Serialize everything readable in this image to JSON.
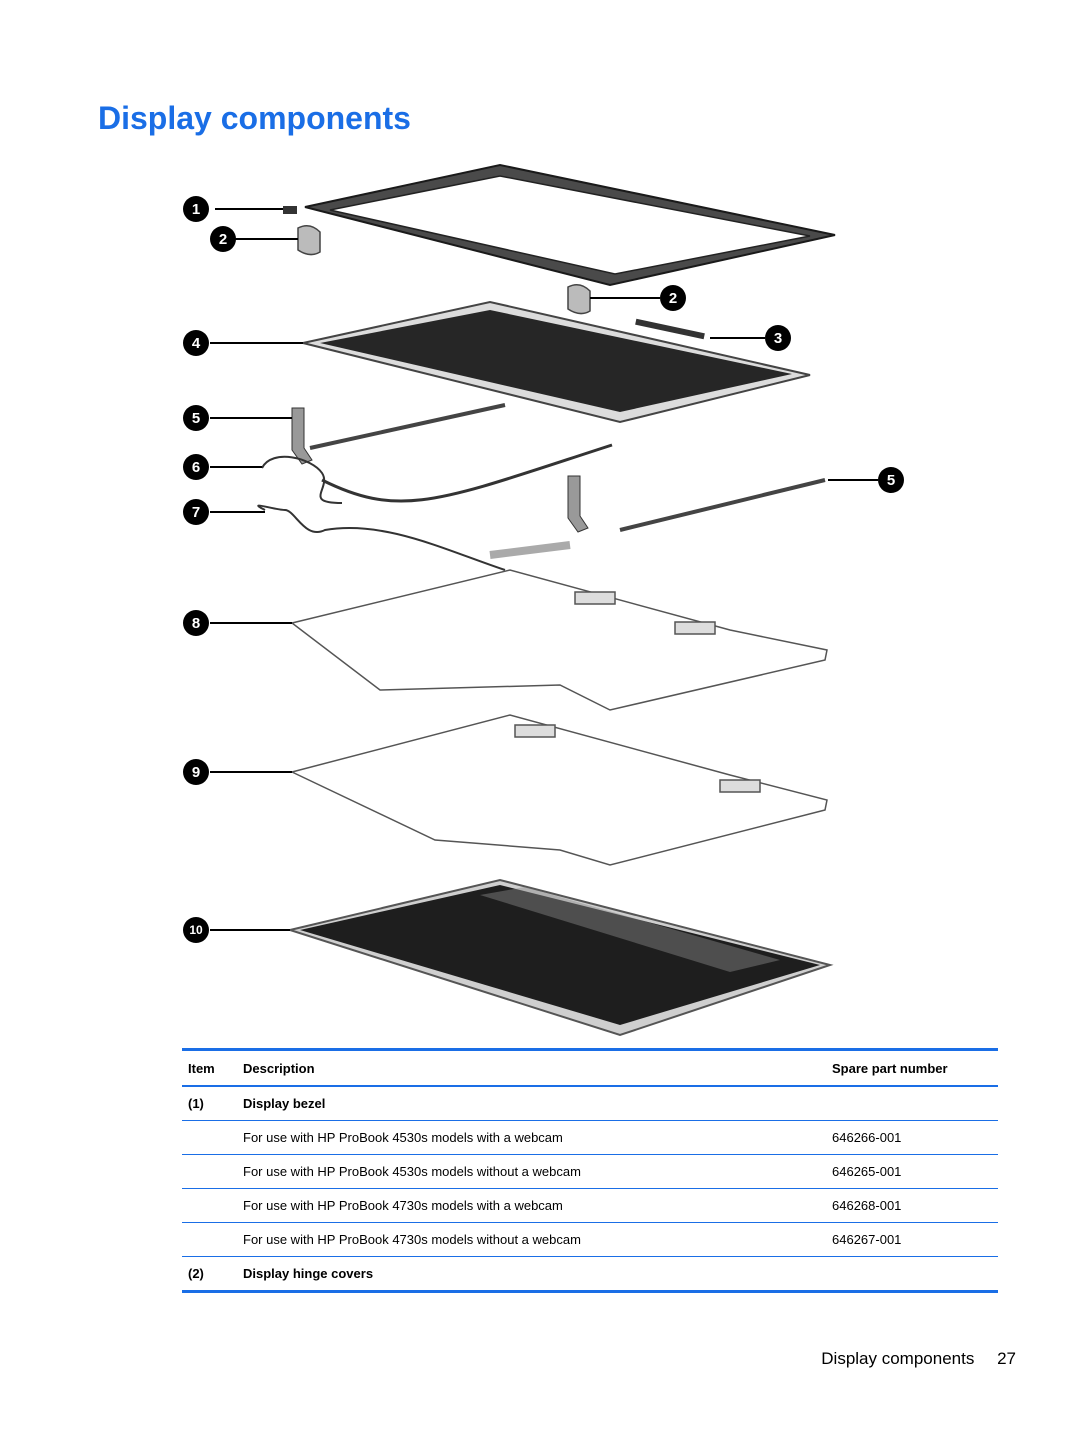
{
  "page": {
    "title": "Display components",
    "accent_color": "#1a6ee6"
  },
  "figure": {
    "callouts": [
      "1",
      "2",
      "2",
      "3",
      "4",
      "5",
      "5",
      "6",
      "7",
      "8",
      "9",
      "10"
    ]
  },
  "table": {
    "headers": {
      "item": "Item",
      "description": "Description",
      "part": "Spare part number"
    },
    "rows": [
      {
        "type": "group",
        "item": "(1)",
        "description": "Display bezel",
        "part": ""
      },
      {
        "type": "item",
        "item": "",
        "description": "For use with HP ProBook 4530s models with a webcam",
        "part": "646266-001"
      },
      {
        "type": "item",
        "item": "",
        "description": "For use with HP ProBook 4530s models without a webcam",
        "part": "646265-001"
      },
      {
        "type": "item",
        "item": "",
        "description": "For use with HP ProBook 4730s models with a webcam",
        "part": "646268-001"
      },
      {
        "type": "item",
        "item": "",
        "description": "For use with HP ProBook 4730s models without a webcam",
        "part": "646267-001"
      },
      {
        "type": "group",
        "item": "(2)",
        "description": "Display hinge covers",
        "part": ""
      }
    ]
  },
  "footer": {
    "section": "Display components",
    "page_number": "27"
  }
}
